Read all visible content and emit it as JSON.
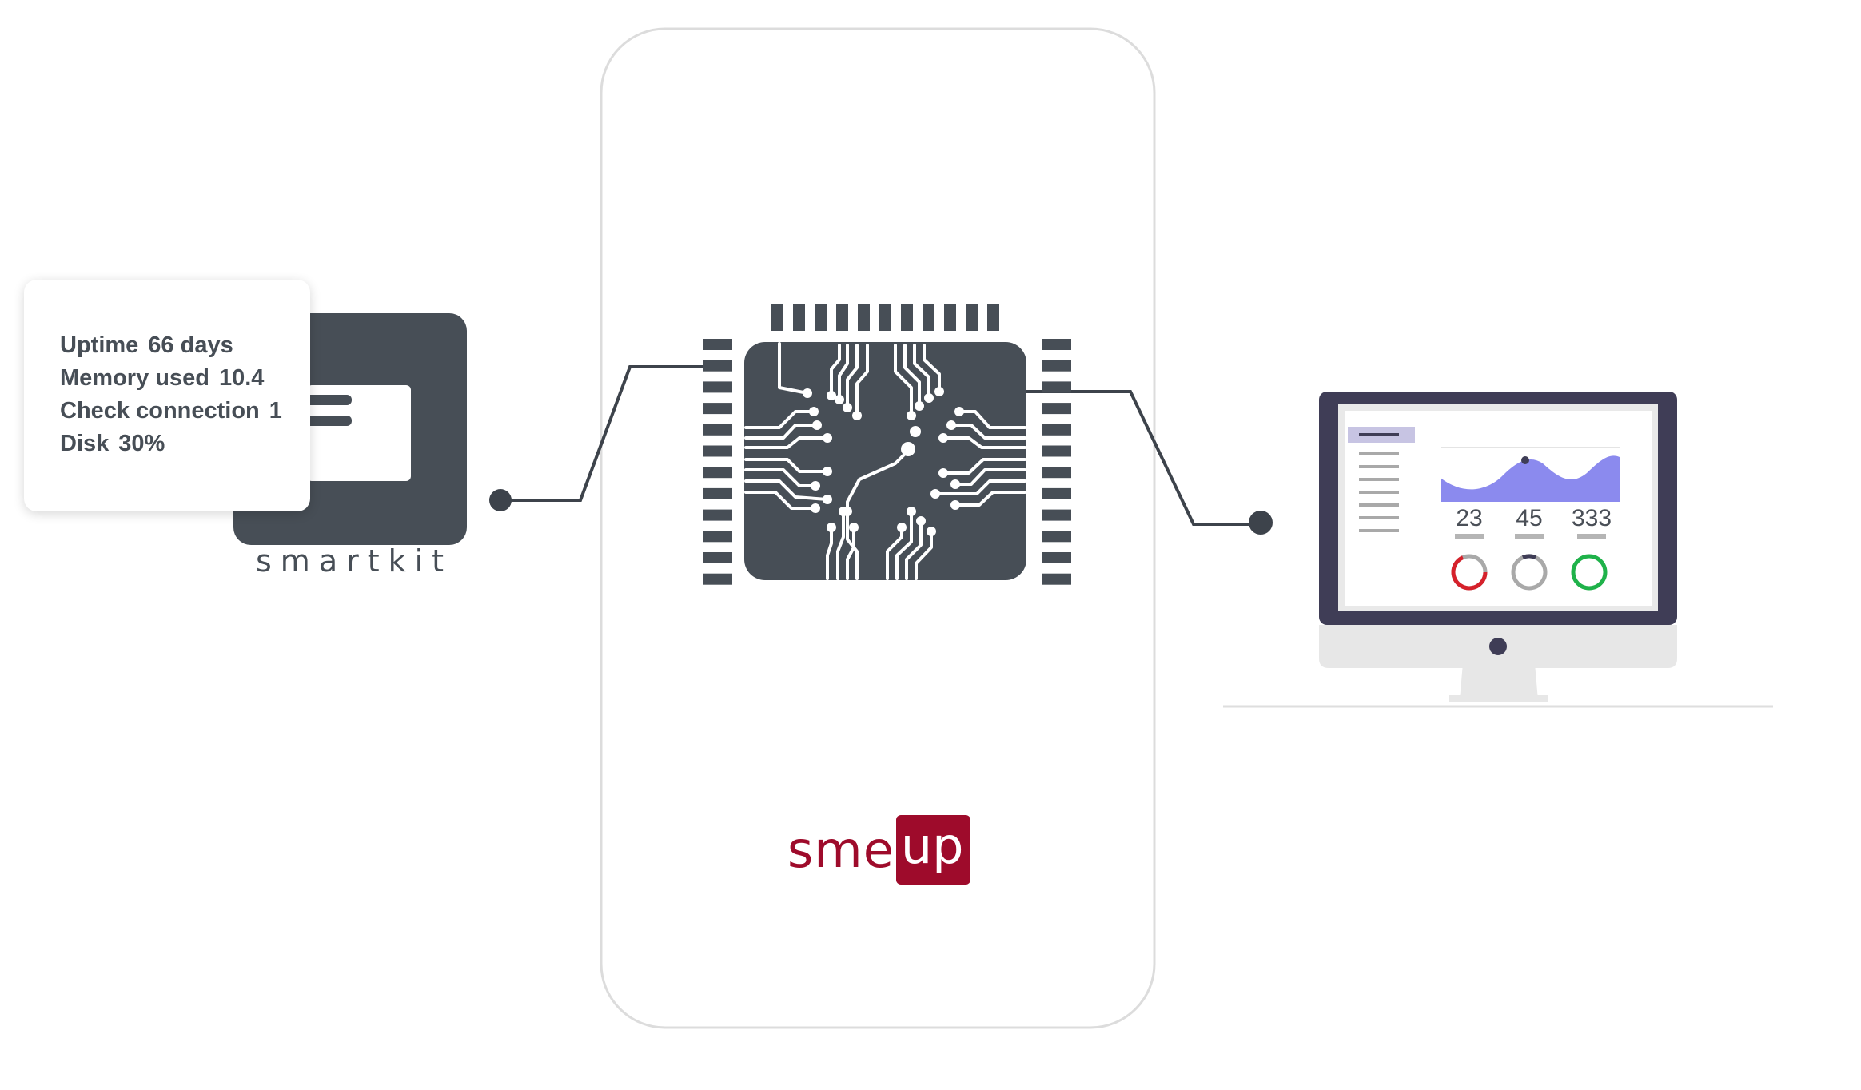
{
  "device": {
    "label": "smartkit",
    "metrics": [
      {
        "name": "Uptime",
        "value": "66 days"
      },
      {
        "name": "Memory used",
        "value": "10.4"
      },
      {
        "name": "Check connection",
        "value": "1"
      },
      {
        "name": "Disk",
        "value": "30%"
      }
    ]
  },
  "brand": {
    "part1": "sme",
    "part2": "up",
    "color": "#9e0b2b"
  },
  "monitor": {
    "kpis": [
      "23",
      "45",
      "333"
    ],
    "gauge_colors": [
      "#d6212b",
      "#9e9e9e",
      "#1fb24a"
    ]
  },
  "colors": {
    "dark": "#474e56",
    "accent": "#8b8aee",
    "line": "#3d434b"
  }
}
